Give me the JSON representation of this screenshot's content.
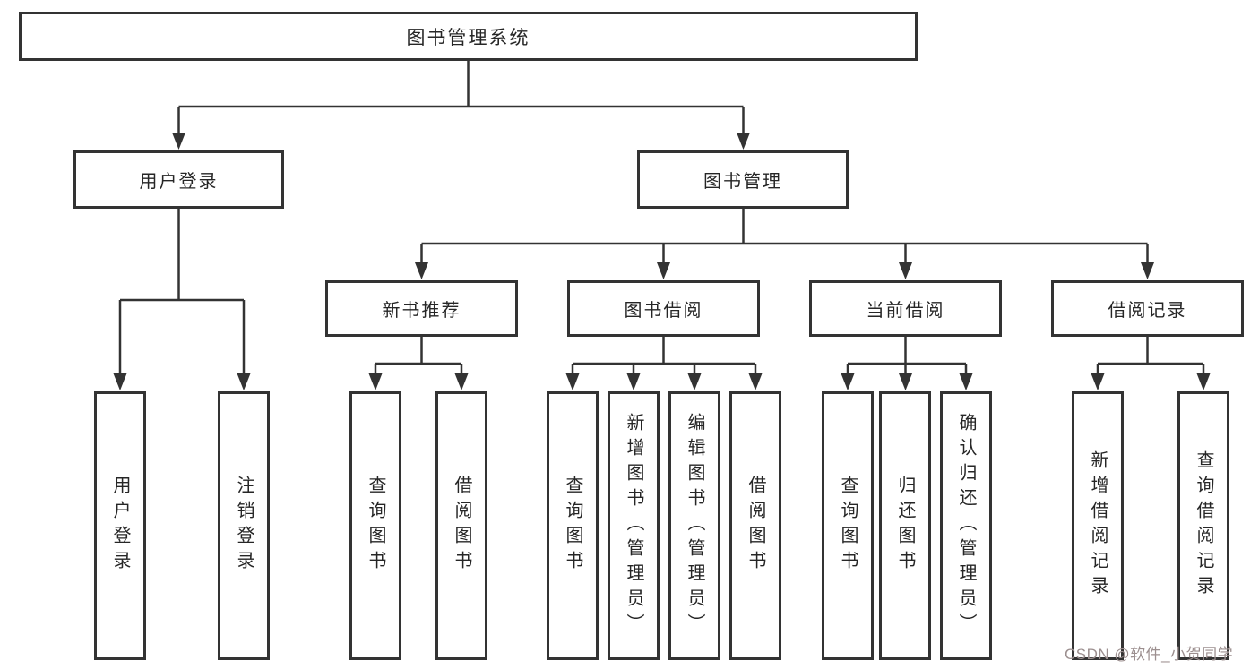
{
  "diagram": {
    "root": {
      "label": "图书管理系统"
    },
    "level2": [
      {
        "label": "用户登录"
      },
      {
        "label": "图书管理"
      }
    ],
    "level3": [
      {
        "label": "新书推荐"
      },
      {
        "label": "图书借阅"
      },
      {
        "label": "当前借阅"
      },
      {
        "label": "借阅记录"
      }
    ],
    "leaves": [
      {
        "label": "用户登录",
        "parent": "用户登录"
      },
      {
        "label": "注销登录",
        "parent": "用户登录"
      },
      {
        "label": "查询图书",
        "parent": "新书推荐"
      },
      {
        "label": "借阅图书",
        "parent": "新书推荐"
      },
      {
        "label": "查询图书",
        "parent": "图书借阅"
      },
      {
        "label": "新增图书（管理员）",
        "parent": "图书借阅"
      },
      {
        "label": "编辑图书（管理员）",
        "parent": "图书借阅"
      },
      {
        "label": "借阅图书",
        "parent": "图书借阅"
      },
      {
        "label": "查询图书",
        "parent": "当前借阅"
      },
      {
        "label": "归还图书",
        "parent": "当前借阅"
      },
      {
        "label": "确认归还（管理员）",
        "parent": "当前借阅"
      },
      {
        "label": "新增借阅记录",
        "parent": "借阅记录"
      },
      {
        "label": "查询借阅记录",
        "parent": "借阅记录"
      }
    ]
  },
  "watermark": "CSDN @软件_小贺同学",
  "colors": {
    "line": "#333333",
    "text": "#262626",
    "background": "#ffffff",
    "watermark": "#9c8f8f"
  }
}
